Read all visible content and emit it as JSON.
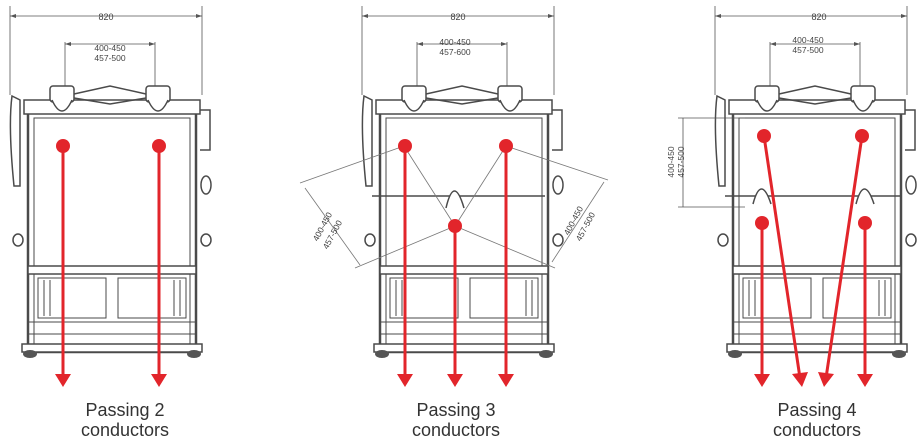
{
  "colors": {
    "arrow": "#e2252b",
    "drawing": "#4a4a4a",
    "caption": "#333333"
  },
  "panels": [
    {
      "dimensions": {
        "overall_width": "820",
        "spacing_top": "400-450",
        "spacing_bottom": "457-500"
      },
      "caption": {
        "line1": "Passing 2",
        "line2": "conductors"
      }
    },
    {
      "dimensions": {
        "overall_width": "820",
        "spacing_top": "400-450",
        "spacing_bottom": "457-600",
        "diag_left_top": "400-450",
        "diag_left_bottom": "457-500",
        "diag_right_top": "400-450",
        "diag_right_bottom": "457-500"
      },
      "caption": {
        "line1": "Passing 3",
        "line2": "conductors"
      }
    },
    {
      "dimensions": {
        "overall_width": "820",
        "spacing_top": "400-450",
        "spacing_bottom": "457-500",
        "vertical_top": "400-450",
        "vertical_bottom": "457-500"
      },
      "caption": {
        "line1": "Passing 4",
        "line2": "conductors"
      }
    }
  ]
}
